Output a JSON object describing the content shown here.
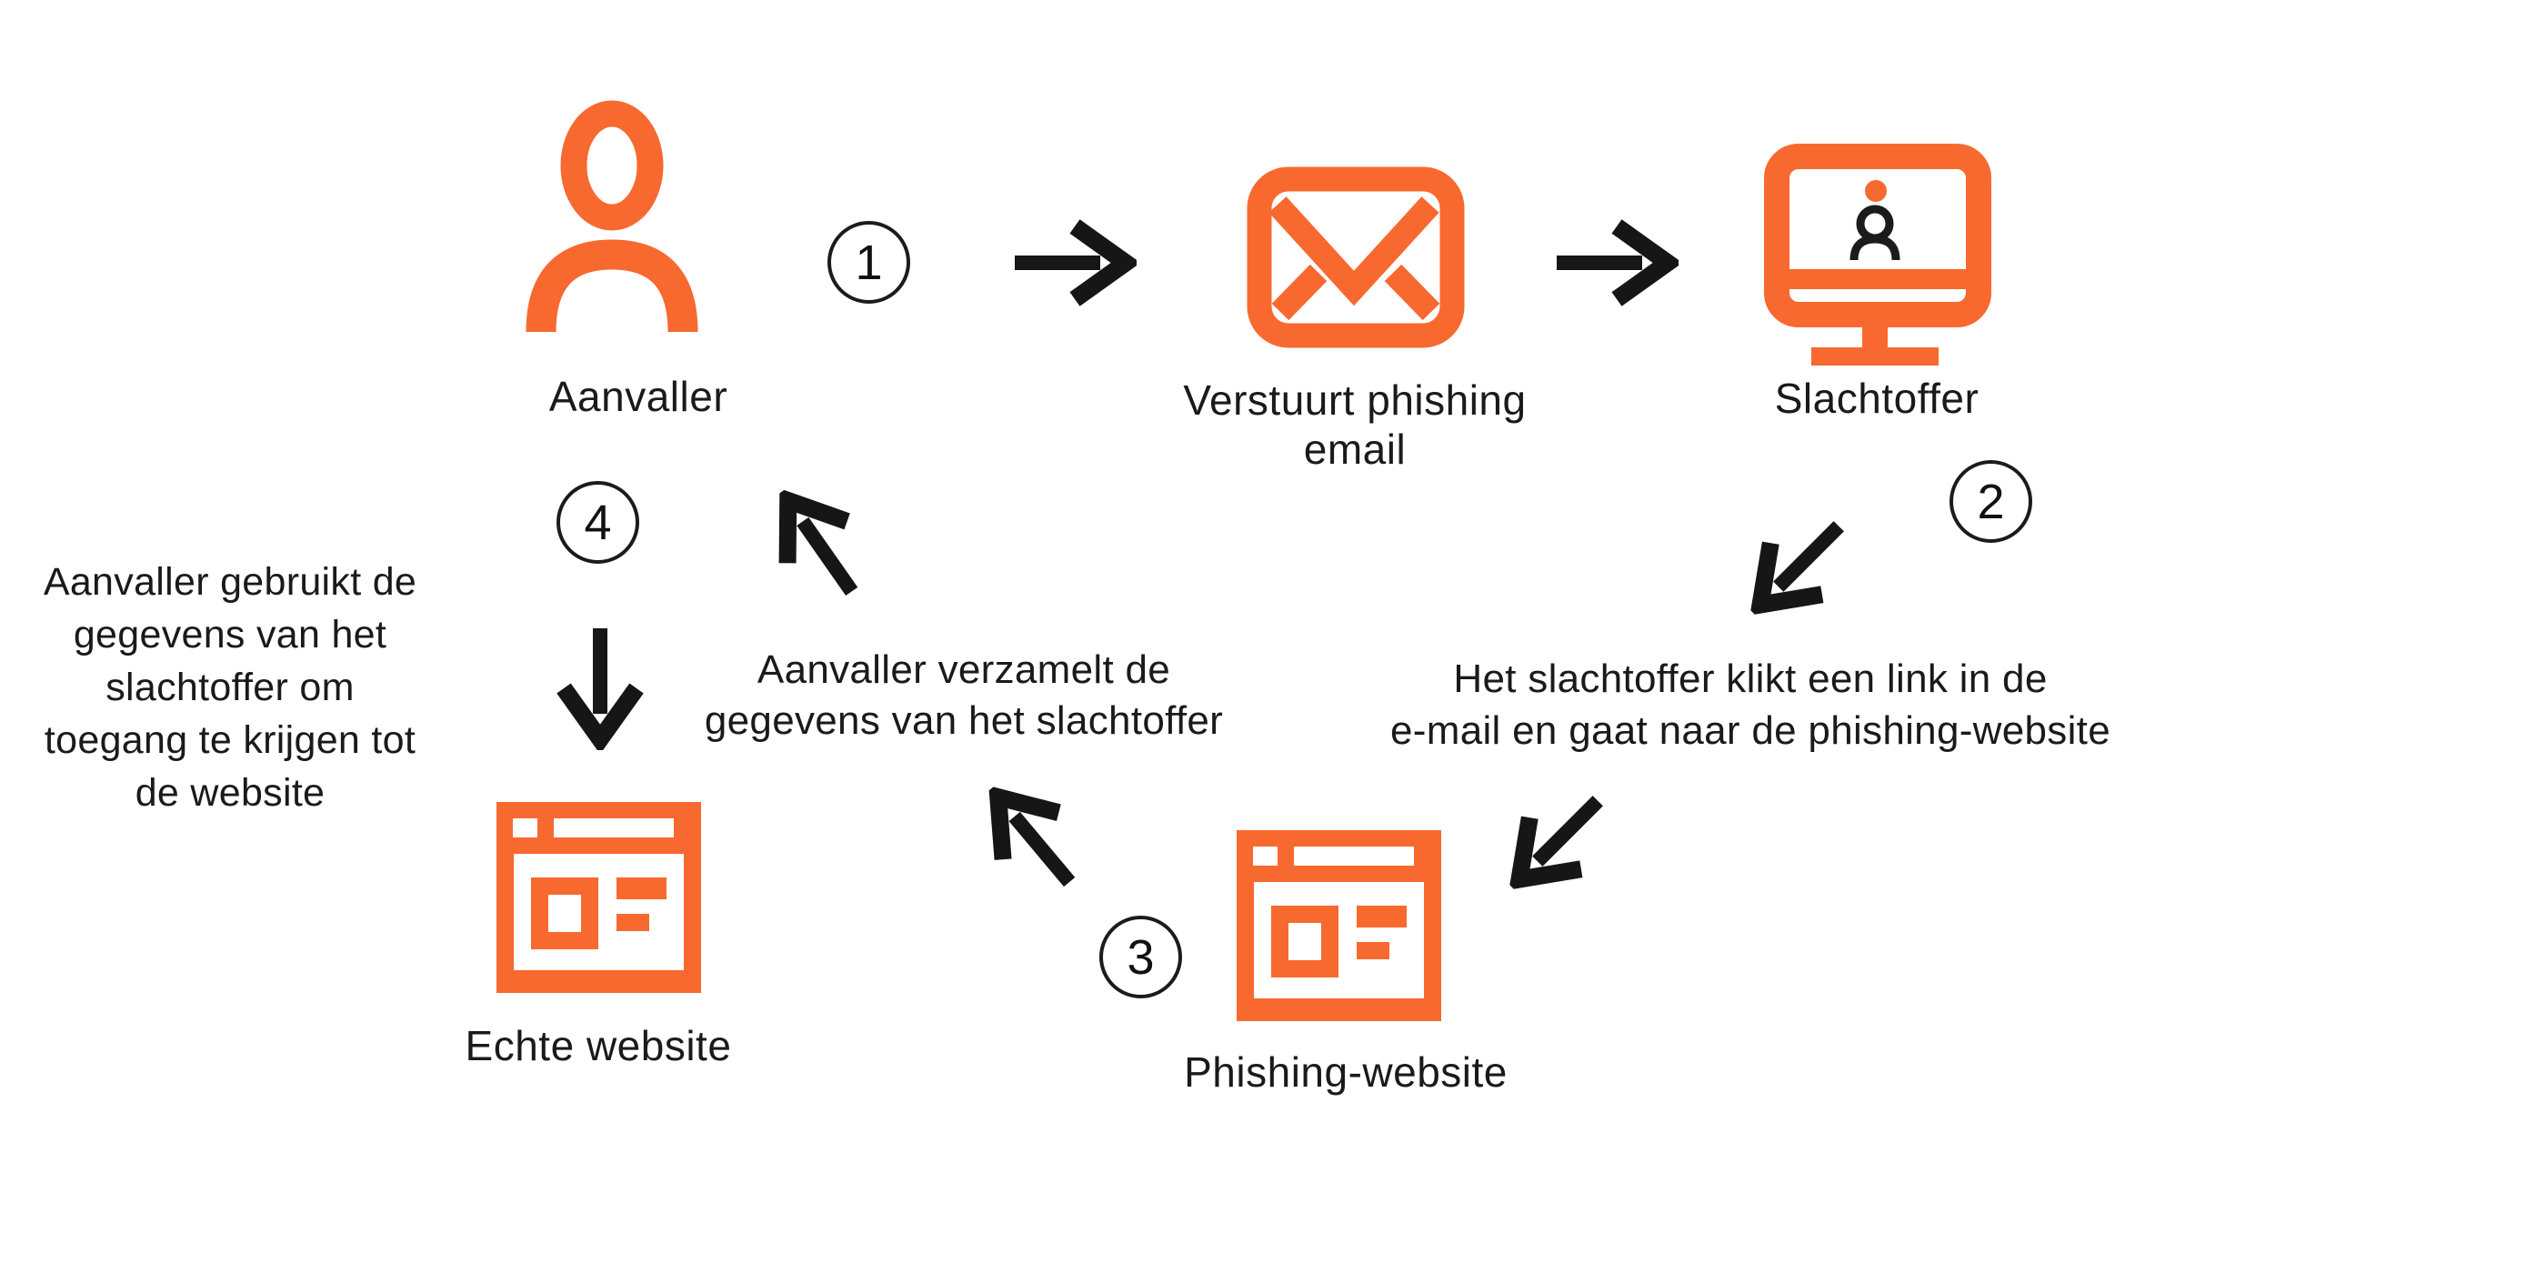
{
  "colors": {
    "accent_orange": "#F8692F",
    "ink_black": "#1A1A1A",
    "background": "#FFFFFF"
  },
  "icons": {
    "attacker": "person-icon",
    "email": "envelope-icon",
    "victim": "monitor-user-icon",
    "phishing_site": "browser-window-icon",
    "real_site": "browser-window-icon",
    "flow": "arrow-icon"
  },
  "nodes": {
    "attacker": {
      "label": "Aanvaller"
    },
    "email": {
      "label": "Verstuurt phishing email"
    },
    "victim": {
      "label": "Slachtoffer"
    },
    "phishing_site": {
      "label": "Phishing-website"
    },
    "real_site": {
      "label": "Echte website"
    }
  },
  "steps": {
    "s1": "1",
    "s2": "2",
    "s3": "3",
    "s4": "4"
  },
  "annotations": {
    "step2": [
      "Het slachtoffer klikt een link in de",
      "e-mail en gaat naar de phishing-website"
    ],
    "step3": [
      "Aanvaller verzamelt de",
      "gegevens van het slachtoffer"
    ],
    "step4": [
      "Aanvaller gebruikt de",
      "gegevens van het",
      "slachtoffer om",
      "toegang te krijgen tot",
      "de website"
    ]
  }
}
